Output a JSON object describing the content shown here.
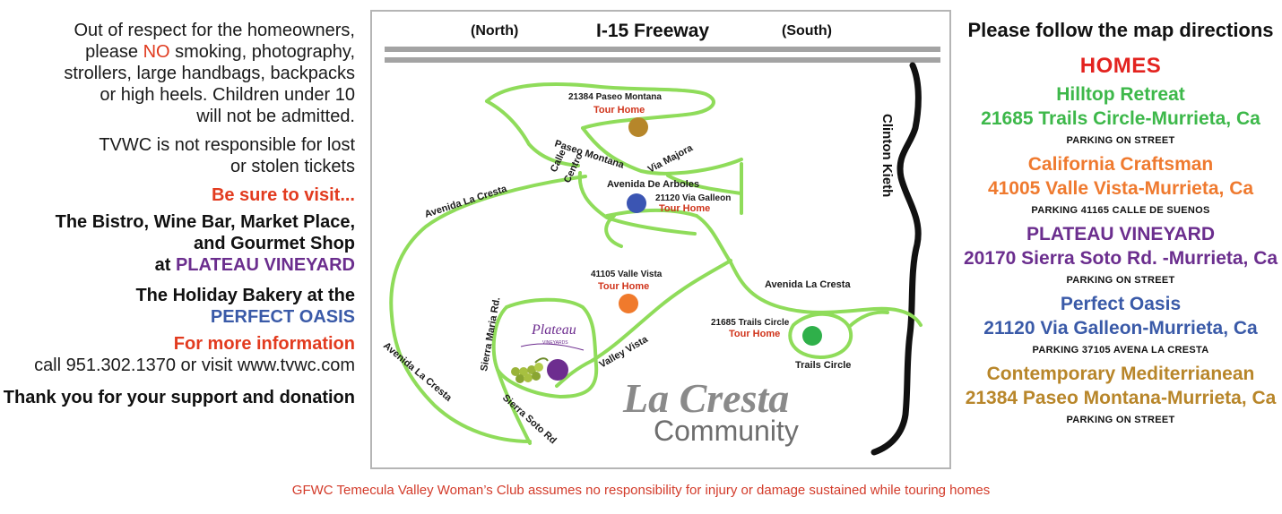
{
  "left": {
    "notice_lines": [
      "Out of respect for the homeowners,",
      "please ",
      "NO",
      " smoking, photography,",
      "strollers, large handbags, backpacks",
      "or high heels. Children under 10",
      "will not be admitted."
    ],
    "tickets_lines": [
      "TVWC is not responsible for lost",
      "or stolen tickets"
    ],
    "visit_heading": "Be sure to visit...",
    "visit_lines": [
      "The Bistro, Wine Bar, Market Place,",
      "and Gourmet Shop",
      "at ",
      "PLATEAU VINEYARD"
    ],
    "bakery_lines": [
      "The Holiday Bakery at the",
      "PERFECT OASIS"
    ],
    "info_heading": "For more information",
    "info_line": "call 951.302.1370 or visit www.tvwc.com",
    "thanks": "Thank you for your support and donation"
  },
  "map": {
    "north": "(North)",
    "freeway": "I-15 Freeway",
    "south": "(South)",
    "clinton_kieth": "Clinton Kieth",
    "roads": {
      "paseo_montana": "Paseo Montana",
      "via_majora": "Via Majora",
      "calle_centro_1": "Calle",
      "calle_centro_2": "Centro",
      "avenida_de_arboles": "Avenida De Arboles",
      "avenida_la_cresta_top": "Avenida La Cresta",
      "avenida_la_cresta_right": "Avenida La Cresta",
      "avenida_la_cresta_left": "Avenida La Cresta",
      "sierra_maria": "Sierra Maria Rd.",
      "valley_vista": "Valley Vista",
      "sierra_soto": "Sierra Soto Rd",
      "trails_circle": "Trails Circle"
    },
    "tour_label": "Tour Home",
    "addresses": {
      "paseo": "21384 Paseo Montana",
      "galleon": "21120 Via Galleon",
      "valle": "41105 Valle Vista",
      "trails": "21685 Trails Circle"
    },
    "plateau_logo": "Plateau",
    "plateau_logo_sub": "VINEYARDS",
    "title": "La Cresta",
    "subtitle": "Community",
    "colors": {
      "road": "#8fdc5a",
      "pin_paseo": "#b6862a",
      "pin_galleon": "#3b55b3",
      "pin_valle": "#f07a2c",
      "pin_trails": "#2fb04a",
      "pin_plateau": "#6d2d8f"
    }
  },
  "right": {
    "heading": "Please follow the map directions",
    "homes_heading": "HOMES",
    "homes": [
      {
        "name": "Hilltop Retreat",
        "address": "21685 Trails Circle-Murrieta, Ca",
        "parking": "PARKING ON STREET",
        "color": "#3db84a"
      },
      {
        "name": "California Craftsman",
        "address": "41005 Valle Vista-Murrieta, Ca",
        "parking": "PARKING 41165 CALLE DE SUENOS",
        "color": "#ef7a2f"
      },
      {
        "name": "PLATEAU VINEYARD",
        "address": "20170 Sierra Soto Rd. -Murrieta, Ca",
        "parking": "PARKING ON STREET",
        "color": "#6b2e8e"
      },
      {
        "name": "Perfect Oasis",
        "address": "21120 Via Galleon-Murrieta, Ca",
        "parking": "PARKING 37105 AVENA LA CRESTA",
        "color": "#3a5aa8"
      },
      {
        "name": "Contemporary Mediterrianean",
        "address": "21384 Paseo Montana-Murrieta, Ca",
        "parking": "PARKING ON STREET",
        "color": "#b8862a"
      }
    ]
  },
  "footer": "GFWC Temecula Valley Woman’s Club assumes no responsibility for injury or damage sustained while touring homes"
}
